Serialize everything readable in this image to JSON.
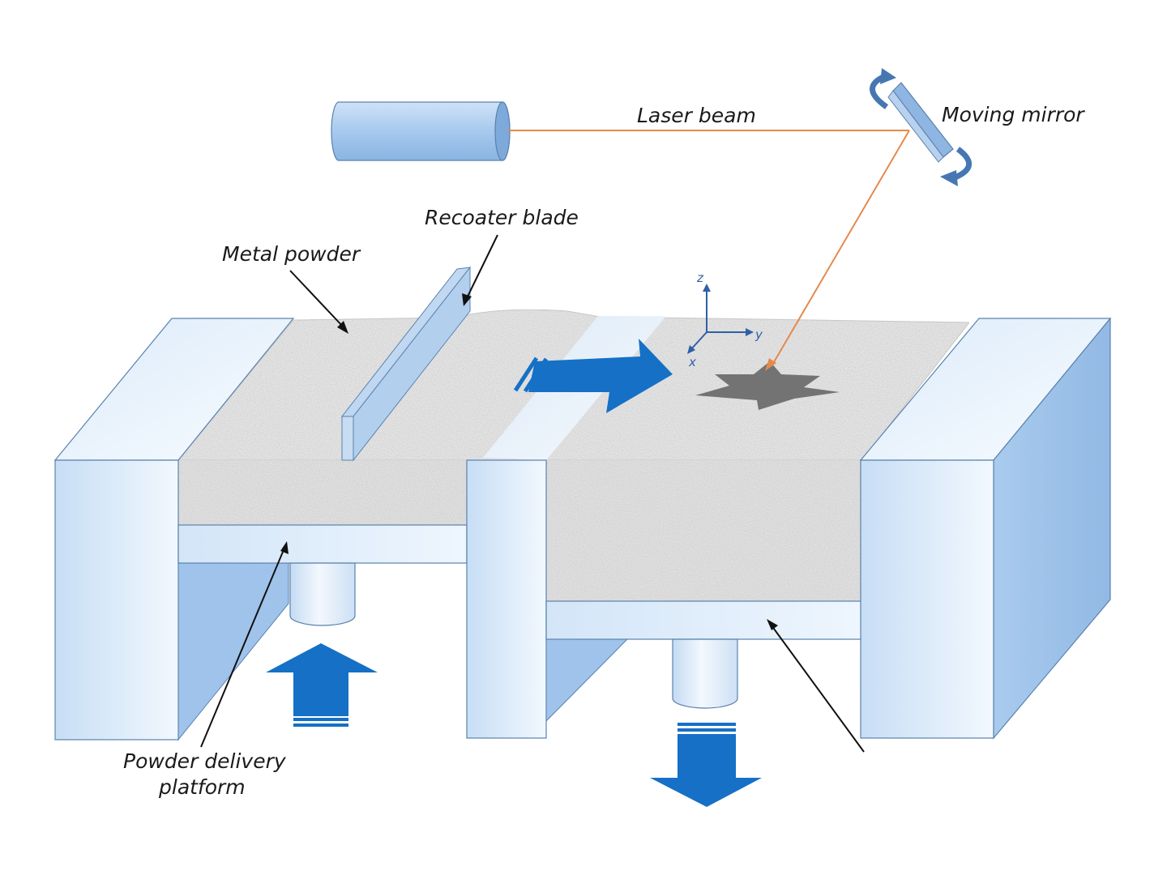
{
  "labels": {
    "laser_beam": "Laser beam",
    "moving_mirror": "Moving mirror",
    "recoater_blade": "Recoater blade",
    "metal_powder": "Metal powder",
    "powder_delivery_line1": "Powder delivery",
    "powder_delivery_line2": "platform"
  },
  "axes": {
    "z": "z",
    "y": "y",
    "x": "x"
  },
  "icons": {
    "laser": "laser-cylinder-icon",
    "mirror": "mirror-icon",
    "part": "star-part-icon",
    "recoat_direction": "arrow-right-icon",
    "delivery_up": "arrow-up-icon",
    "build_down": "arrow-down-icon"
  },
  "colors": {
    "frame_light": "#eaf3fc",
    "frame_mid": "#c4dcf4",
    "frame_dark": "#9fc3ea",
    "frame_edge": "#5a82ad",
    "powder": "#e9e9e9",
    "laser_beam": "#e48a4d",
    "arrow": "#1570c6",
    "part": "#737373"
  }
}
